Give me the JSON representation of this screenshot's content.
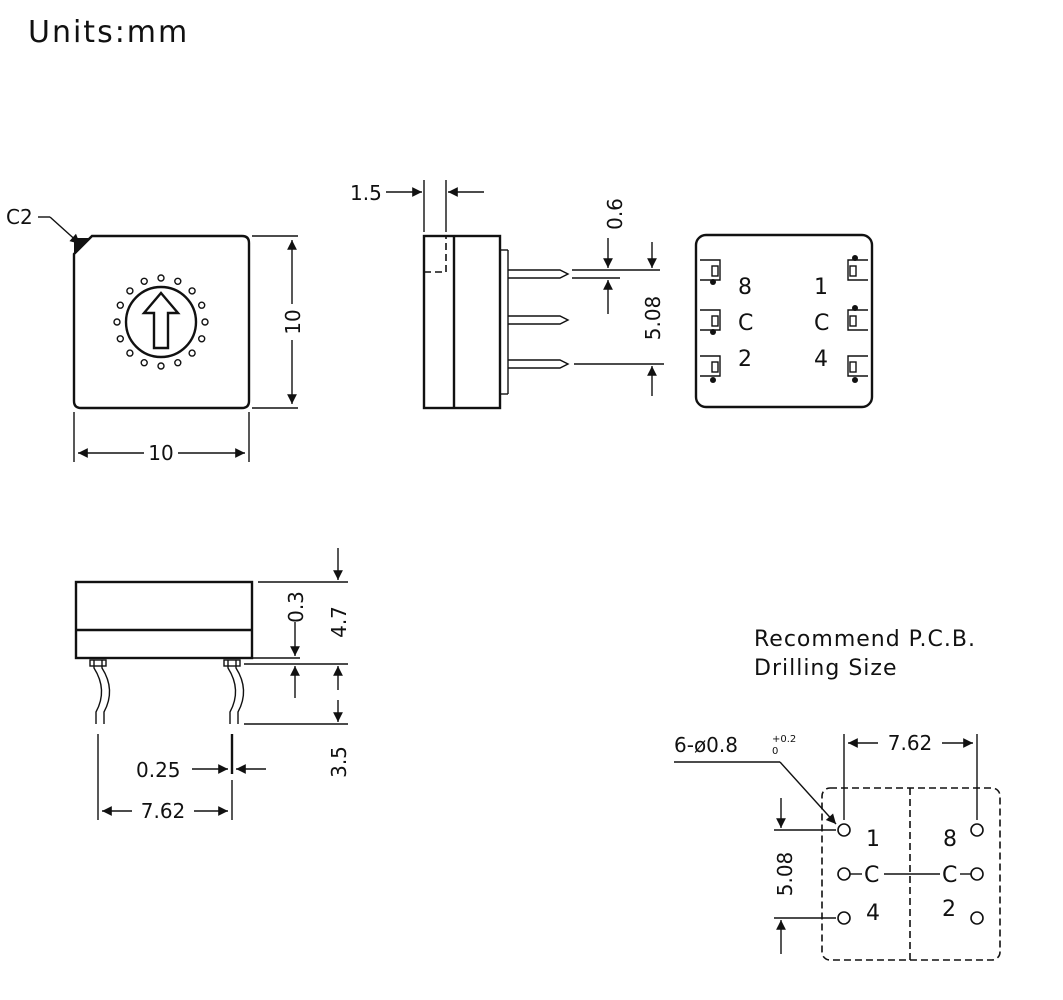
{
  "title": "Units:mm",
  "front_view": {
    "chamfer_label": "C2",
    "height_label": "10",
    "width_label": "10"
  },
  "side_view": {
    "body_offset_label": "1.5",
    "pin_width_label": "0.6",
    "pin_pitch_label": "5.08"
  },
  "bottom_view": {
    "left_pins": [
      "8",
      "C",
      "2"
    ],
    "right_pins": [
      "1",
      "C",
      "4"
    ]
  },
  "lower_view": {
    "top_gap_label": "0.3",
    "height_label": "4.7",
    "pin_length_label": "3.5",
    "pin_thickness_label": "0.25",
    "pin_span_label": "7.62"
  },
  "pcb": {
    "heading_line1": "Recommend P.C.B.",
    "heading_line2": "Drilling Size",
    "hole_spec": "6-ø0.8",
    "hole_tol_upper": "+0.2",
    "hole_tol_lower": "0",
    "span_label": "7.62",
    "pitch_label": "5.08",
    "left_pins": [
      "1",
      "C",
      "4"
    ],
    "right_pins": [
      "8",
      "C",
      "2"
    ]
  }
}
